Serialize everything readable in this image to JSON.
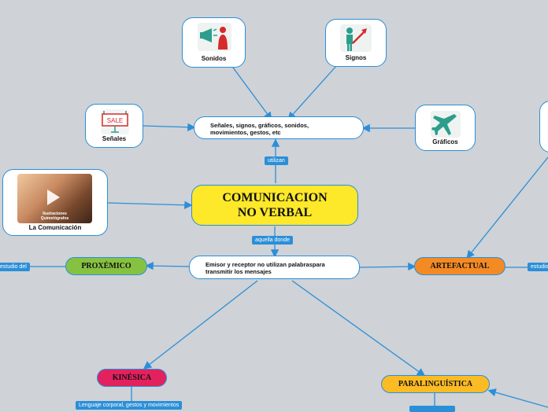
{
  "main": {
    "line1": "COMUNICACION",
    "line2": "NO VERBAL"
  },
  "cards": {
    "sonidos": "Sonidos",
    "signos": "Signos",
    "senales": "Señales",
    "graficos": "Gráficos",
    "comunicacion": "La Comunicación"
  },
  "video": {
    "caption_line1": "Ilustraciones",
    "caption_line2": "Quimetógrafos"
  },
  "sale_sign": "SALE",
  "utilizan_node": {
    "line1": "Señales, signos, gráficos, sonidos,",
    "line2": "movimientos, gestos, etc"
  },
  "emisor_node": {
    "line1": "Emisor y receptor no utilizan palabraspara",
    "line2": "transmitir los mensajes"
  },
  "tags": {
    "utilizan": "utilizan",
    "aquella_donde": "aquella donde",
    "estudio_del_left": "estudio del",
    "estudio_right": "estudio",
    "lenguaje": "Lenguaje corporal, gestos y movimientos"
  },
  "categories": {
    "proxemico": "PROXÉMICO",
    "artefactual": "ARTEFACTUAL",
    "kinesica": "KINÉSICA",
    "paralinguistica": "PARALINGUÍSTICA"
  },
  "colors": {
    "line": "#2b8fd8",
    "main": "#fde82a",
    "proxemico": "#86c241",
    "artefactual": "#f48a24",
    "kinesica": "#e3215e",
    "paralinguistica": "#fbbb25"
  }
}
